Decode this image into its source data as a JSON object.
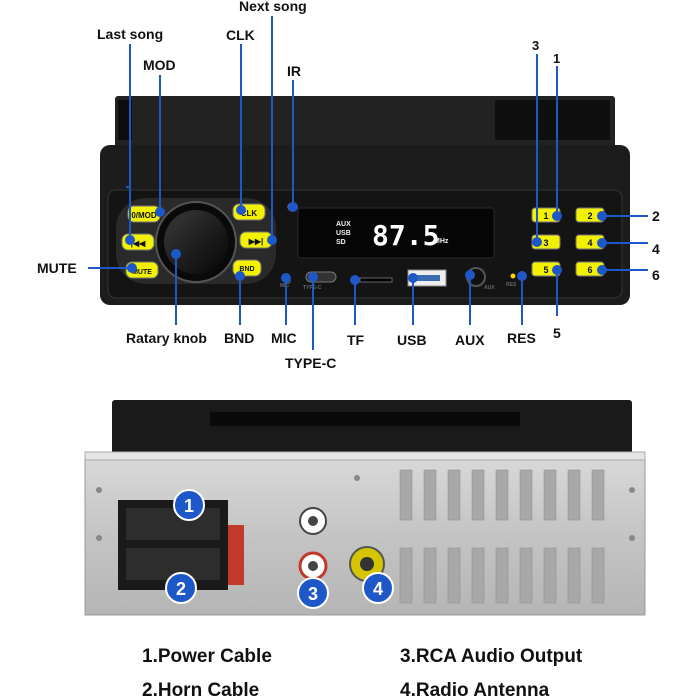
{
  "front_labels": {
    "last_song": "Last song",
    "mod": "MOD",
    "next_song": "Next song",
    "clk": "CLK",
    "ir": "IR",
    "mute": "MUTE",
    "rotary_knob": "Ratary knob",
    "bnd": "BND",
    "mic": "MIC",
    "type_c": "TYPE-C",
    "tf": "TF",
    "usb": "USB",
    "aux": "AUX",
    "res": "RES"
  },
  "buttons": {
    "mod": "0/MOD",
    "clk": "CLK",
    "prev": "|◀◀",
    "next": "▶▶|",
    "mute": "MUTE",
    "bnd": "BND"
  },
  "display": {
    "sources": [
      "AUX",
      "USB",
      "SD"
    ],
    "frequency": "87.5",
    "unit": "MHz"
  },
  "panel_marks": {
    "mic": "MIC",
    "type_c": "TYPE-C",
    "aux": "AUX",
    "res": "RES"
  },
  "preset_buttons": [
    "1",
    "2",
    "3",
    "4",
    "5",
    "6"
  ],
  "preset_callouts": [
    "1",
    "2",
    "3",
    "4",
    "5",
    "6"
  ],
  "rear_badges": [
    "1",
    "2",
    "3",
    "4"
  ],
  "legend": [
    "1.Power Cable",
    "2.Horn Cable",
    "3.RCA Audio Output",
    "4.Radio Antenna"
  ],
  "colors": {
    "button_yellow": "#f2f200",
    "badge_blue": "#1e57c8",
    "display_black": "#050505",
    "body_dark": "#1c1c1c"
  }
}
